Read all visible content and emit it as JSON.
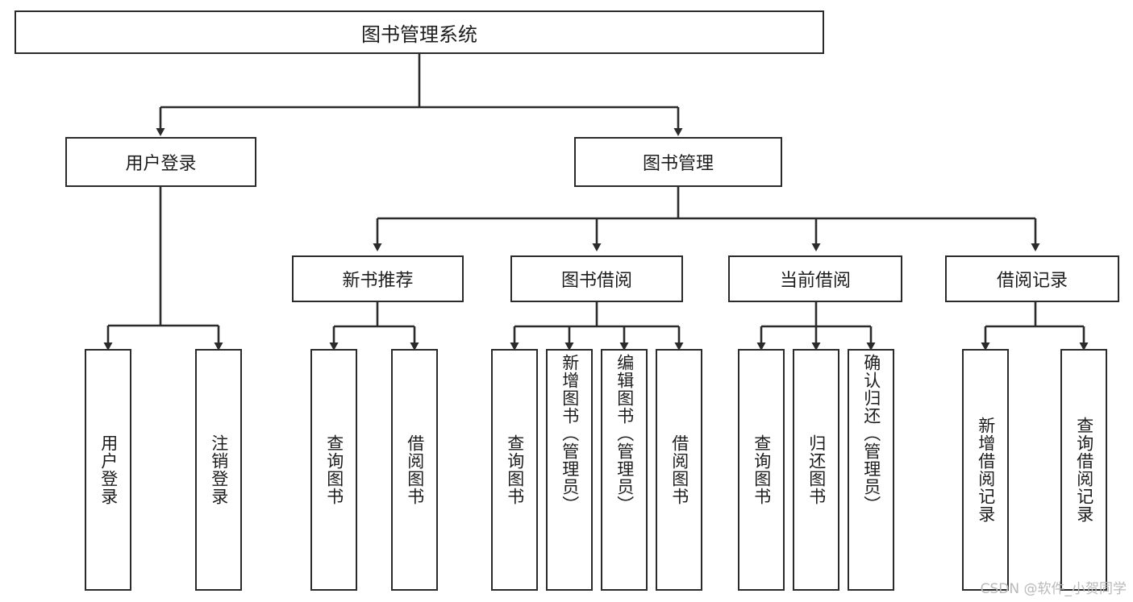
{
  "diagram": {
    "title": "图书管理系统",
    "type": "hierarchy-tree",
    "colors": {
      "background": "#ffffff",
      "border": "#2b2b2b",
      "text": "#1d1d1d",
      "edge": "#2b2b2b",
      "watermark": "#b9b9b9"
    },
    "root": {
      "label": "图书管理系统"
    },
    "level2": [
      {
        "label": "用户登录"
      },
      {
        "label": "图书管理"
      }
    ],
    "level3": [
      {
        "label": "新书推荐"
      },
      {
        "label": "图书借阅"
      },
      {
        "label": "当前借阅"
      },
      {
        "label": "借阅记录"
      }
    ],
    "leaves": {
      "user_login": [
        {
          "label": "用户登录"
        },
        {
          "label": "注销登录"
        }
      ],
      "new_book_recommend": [
        {
          "label": "查询图书"
        },
        {
          "label": "借阅图书"
        }
      ],
      "book_borrow": [
        {
          "label": "查询图书"
        },
        {
          "label": "新增图书（管理员）"
        },
        {
          "label": "编辑图书（管理员）"
        },
        {
          "label": "借阅图书"
        }
      ],
      "current_borrow": [
        {
          "label": "查询图书"
        },
        {
          "label": "归还图书"
        },
        {
          "label": "确认归还（管理员）"
        }
      ],
      "borrow_record": [
        {
          "label": "新增借阅记录"
        },
        {
          "label": "查询借阅记录"
        }
      ]
    }
  },
  "watermark": {
    "text": "CSDN @软件_小贺同学"
  }
}
